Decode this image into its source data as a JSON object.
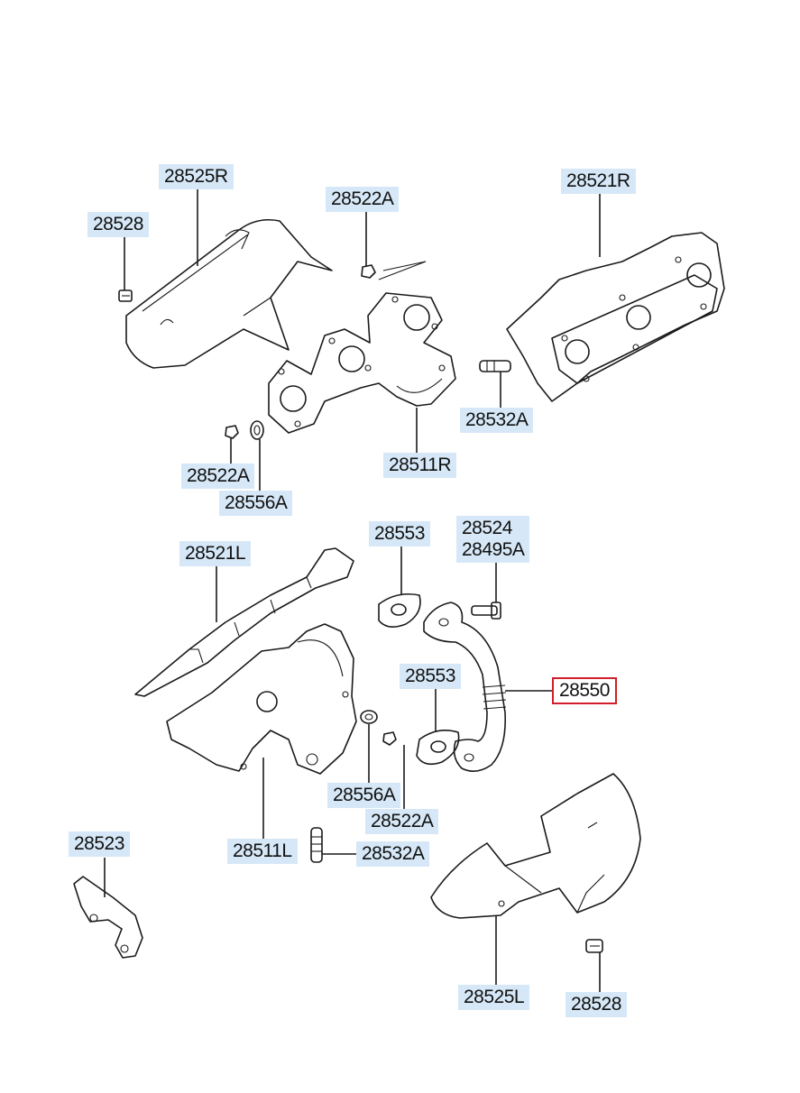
{
  "colors": {
    "label_bg": "#d6e8f7",
    "highlight_border": "#d21e2a",
    "line": "#1a1a1a"
  },
  "labels": {
    "p28525R": "28525R",
    "p28528_top": "28528",
    "p28522A_top": "28522A",
    "p28521R": "28521R",
    "p28532A_top": "28532A",
    "p28511R": "28511R",
    "p28522A_mid": "28522A",
    "p28556A_top": "28556A",
    "p28553_top": "28553",
    "p28524": "28524",
    "p28495A": "28495A",
    "p28521L": "28521L",
    "p28553_mid": "28553",
    "p28550": "28550",
    "p28556A_bot": "28556A",
    "p28522A_bot": "28522A",
    "p28523": "28523",
    "p28511L": "28511L",
    "p28532A_bot": "28532A",
    "p28525L": "28525L",
    "p28528_bot": "28528"
  },
  "highlighted_part": "28550"
}
